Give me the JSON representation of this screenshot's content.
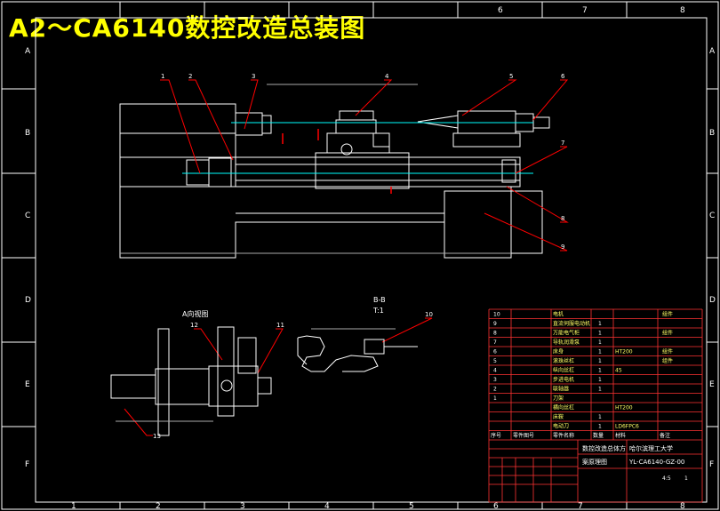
{
  "title": "A2～CA6140数控改造总装图",
  "frame": {
    "col_labels": [
      "1",
      "2",
      "3",
      "4",
      "5",
      "6",
      "7",
      "8"
    ],
    "row_labels": [
      "A",
      "B",
      "C",
      "D",
      "E",
      "F"
    ]
  },
  "drawing": {
    "view_a_label": "A向视图",
    "section_label": "B-B",
    "section_scale": "T:1",
    "callouts": [
      "1",
      "2",
      "3",
      "4",
      "5",
      "6",
      "7",
      "8",
      "9",
      "10",
      "11",
      "12",
      "13"
    ]
  },
  "bom": {
    "headers": [
      "序号",
      "零件图号",
      "零件名称",
      "数量",
      "材料",
      "备注"
    ],
    "rows": [
      {
        "no": "10",
        "name": "电机",
        "qty": "",
        "mat": "",
        "note": "组件"
      },
      {
        "no": "9",
        "name": "直流伺服电动机",
        "qty": "1",
        "mat": "",
        "note": ""
      },
      {
        "no": "8",
        "name": "万能电气柜",
        "qty": "1",
        "mat": "",
        "note": "组件"
      },
      {
        "no": "7",
        "name": "导轨润滑泵",
        "qty": "1",
        "mat": "",
        "note": ""
      },
      {
        "no": "6",
        "name": "床身",
        "qty": "1",
        "mat": "HT200",
        "note": "组件"
      },
      {
        "no": "5",
        "name": "滚珠丝杠",
        "qty": "1",
        "mat": "",
        "note": "组件"
      },
      {
        "no": "4",
        "name": "纵向丝杠",
        "qty": "1",
        "mat": "45",
        "note": ""
      },
      {
        "no": "3",
        "name": "步进电机",
        "qty": "1",
        "mat": "",
        "note": ""
      },
      {
        "no": "2",
        "name": "联轴器",
        "qty": "1",
        "mat": "",
        "note": ""
      },
      {
        "no": "1",
        "name": "刀架",
        "qty": "",
        "mat": "",
        "note": ""
      },
      {
        "no": "",
        "name": "横向丝杠",
        "qty": "",
        "mat": "HT200",
        "note": ""
      },
      {
        "no": "",
        "name": "床鞍",
        "qty": "1",
        "mat": "",
        "note": ""
      },
      {
        "no": "",
        "name": "电动刀",
        "qty": "1",
        "mat": "LD6FPC6",
        "note": ""
      }
    ]
  },
  "titleblock": {
    "university": "哈尔滨理工大学",
    "design_title_1": "数控改造总体方",
    "design_title_2": "案原理图",
    "drawing_no": "YL-CA6140-GZ-00",
    "scale": "4:5",
    "sheet": "1"
  }
}
